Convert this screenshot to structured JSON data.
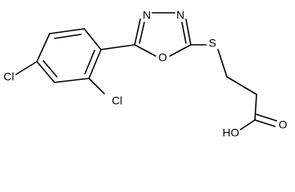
{
  "structure": {
    "atoms": {
      "n1": "N",
      "n2": "N",
      "o_ring": "O",
      "s": "S",
      "cl_left": "Cl",
      "cl_ortho": "Cl",
      "ho": "HO",
      "o_carbonyl": "O"
    },
    "colors": {
      "bond": "#000000",
      "label": "#000000",
      "background": "#ffffff"
    }
  }
}
